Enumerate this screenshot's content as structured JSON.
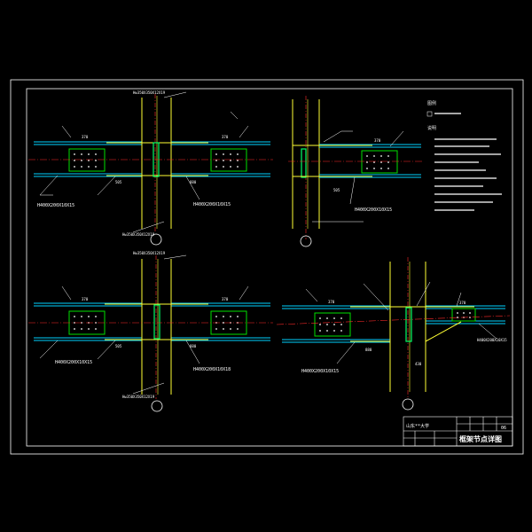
{
  "colors": {
    "background": "#000000",
    "frame": "#ffffff",
    "beam": "#00d2ff",
    "column": "#ffff33",
    "plate": "#00e000",
    "centerline": "#ff2a2a",
    "leader": "#ffffff",
    "weld": "#00ff66"
  },
  "details": [
    {
      "beam_left_label": "H400X200X10X15",
      "beam_right_label": "H400X200X10X15",
      "column_label": "Hw350X350X12X19",
      "column_bottom_label": "Hw350X350X12X19",
      "dim_left": "370",
      "dim_right": "370",
      "span_left": "505",
      "span_right": "880"
    },
    {
      "beam_right_label": "H400X200X10X15",
      "dim_right": "370",
      "span_right": "505"
    },
    {
      "beam_left_label": "H400X200X10X15",
      "beam_right_label": "H400X200X10X18",
      "column_label": "Hw350X350X12X19",
      "column_bottom_label": "Hw350X350X12X19",
      "dim_left": "370",
      "dim_right": "370",
      "span_left": "505",
      "span_right": "880"
    },
    {
      "beam_left_label": "H400X200X10X15",
      "beam_right_label": "H400X200X10X15",
      "dim_left": "370",
      "dim_right": "370",
      "span_left": "880",
      "span_right": "430"
    }
  ],
  "notes": {
    "heading_1": "图例",
    "heading_2": "说明"
  },
  "title_block": {
    "school": "山东**大学",
    "drawing_title": "框架节点详图",
    "sheet_no": "06"
  }
}
